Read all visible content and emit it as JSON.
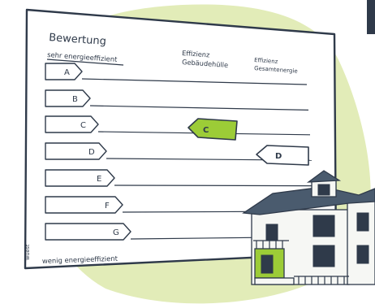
{
  "colors": {
    "backdrop": "#e2ecb8",
    "board": "#ffffff",
    "ink": "#2f3a4a",
    "highlight_green": "#9ccc37",
    "house_wall": "#f6f7f4",
    "house_roof": "#4a5b6e"
  },
  "board": {
    "title": "Bewertung",
    "top_label": "sehr energieeffizient",
    "bottom_label": "wenig energieeffizient",
    "col_building_line1": "Effizienz",
    "col_building_line2": "Gebäudehülle",
    "col_total_line1": "Effizienz",
    "col_total_line2": "Gesamtenergie",
    "classes": [
      "A",
      "B",
      "C",
      "D",
      "E",
      "F",
      "G"
    ],
    "rating_building": "C",
    "rating_total": "D",
    "side_mark": "wüest"
  },
  "illustration": {
    "icon": "house-icon"
  }
}
